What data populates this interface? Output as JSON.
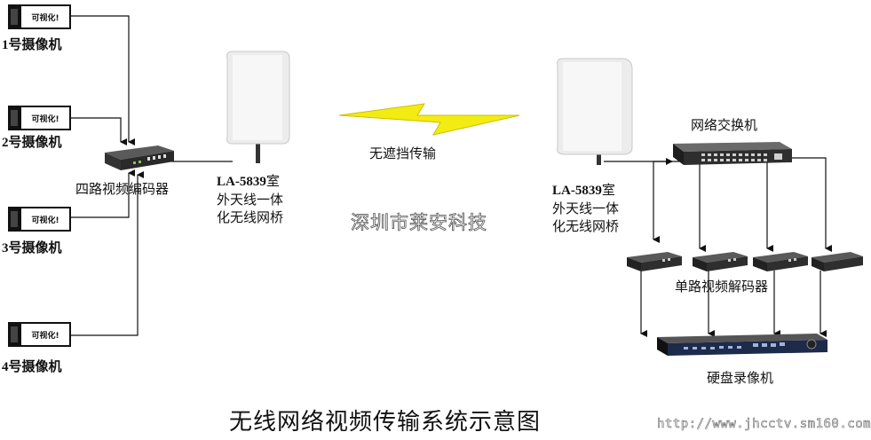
{
  "cameras": [
    {
      "label": "1号摄像机",
      "brand": "可视化!"
    },
    {
      "label": "2号摄像机",
      "brand": "可视化!"
    },
    {
      "label": "3号摄像机",
      "brand": "可视化!"
    },
    {
      "label": "4号摄像机",
      "brand": "可视化!"
    }
  ],
  "encoder_label": "四路视频编码器",
  "left_bridge": {
    "model": "LA-5839",
    "line1_suffix": "室",
    "line2": "外天线一体",
    "line3": "化无线网桥"
  },
  "right_bridge": {
    "model": "LA-5839",
    "line1_suffix": "室",
    "line2": "外天线一体",
    "line3": "化无线网桥"
  },
  "link_label": "无遮挡传输",
  "watermark": "深圳市莱安科技",
  "switch_label": "网络交换机",
  "decoder_label": "单路视频解码器",
  "dvr_label": "硬盘录像机",
  "title": "无线网络视频传输系统示意图",
  "url": "http://www.jhcctv.sm160.com"
}
